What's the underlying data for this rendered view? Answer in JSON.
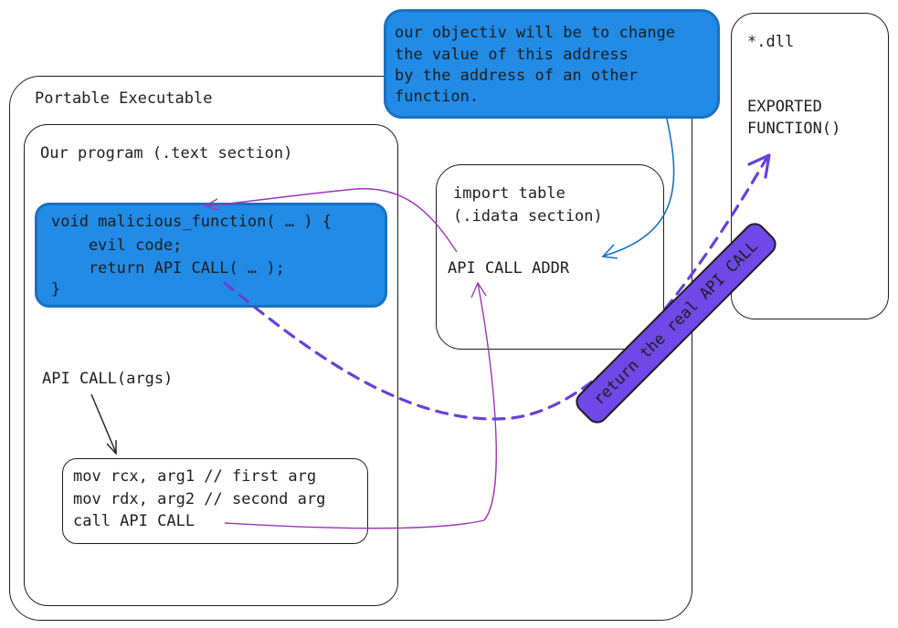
{
  "pe": {
    "title": "Portable Executable"
  },
  "program": {
    "title": "Our program (.text section)"
  },
  "malicious": {
    "lines": [
      "void malicious_function( … ) {",
      "    evil code;",
      "    return API CALL( … );",
      "}"
    ]
  },
  "api_call_label": "API CALL(args)",
  "asm": {
    "lines": [
      "mov rcx, arg1 // first arg",
      "mov rdx, arg2 // second arg",
      "call API CALL"
    ]
  },
  "import_table": {
    "title_lines": [
      "import table",
      "(.idata section)"
    ],
    "entry": "API CALL ADDR"
  },
  "objective": {
    "lines": [
      "our objectiv will be to change",
      "the value of this address",
      "by the address of an other",
      "function."
    ]
  },
  "dll": {
    "title": "*.dll",
    "func_lines": [
      "EXPORTED",
      "FUNCTION()"
    ]
  },
  "return_label": "return the real API CALL",
  "colors": {
    "blue_fill": "#228be6",
    "blue_stroke": "#1971c2",
    "purple": "#7048e8",
    "arrow_magenta": "#9c36b5",
    "arrow_dashed": "#6741d9"
  }
}
